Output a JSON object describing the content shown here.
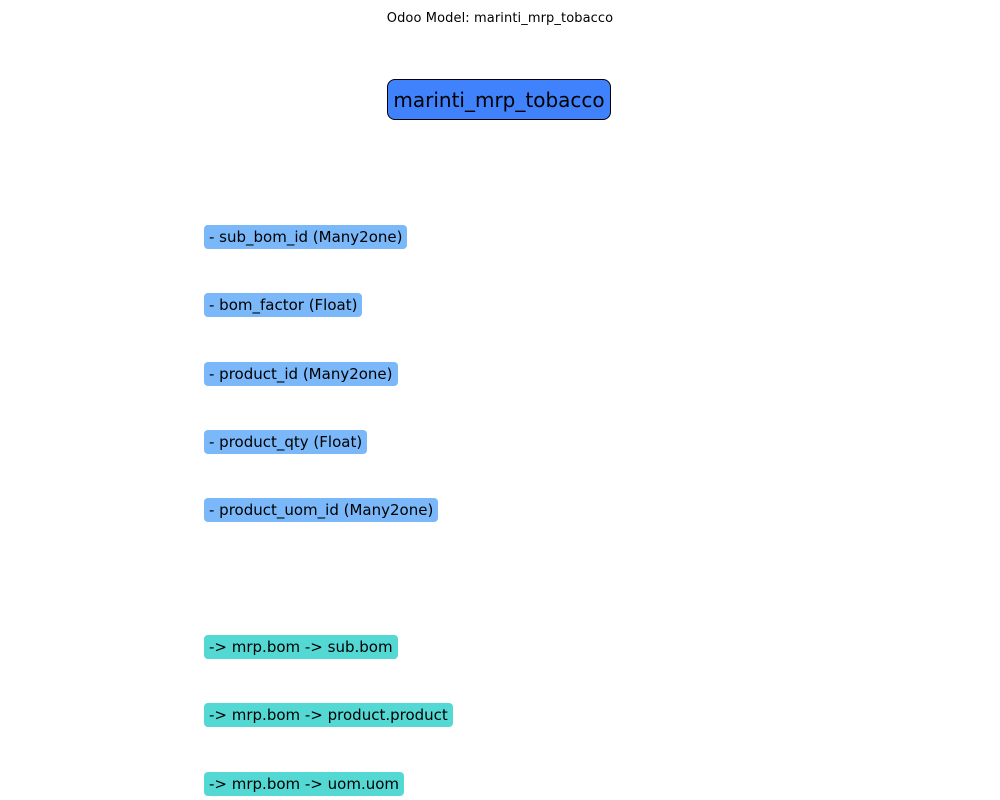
{
  "diagram": {
    "title": "Odoo Model: marinti_mrp_tobacco",
    "model": {
      "name": "marinti_mrp_tobacco",
      "color": "#3f82fb"
    },
    "field_color": "#7ab8f9",
    "relation_color": "#53d8d3",
    "fields": [
      {
        "label": "- sub_bom_id (Many2one)"
      },
      {
        "label": "- bom_factor (Float)"
      },
      {
        "label": "- product_id (Many2one)"
      },
      {
        "label": "- product_qty (Float)"
      },
      {
        "label": "- product_uom_id (Many2one)"
      }
    ],
    "relations": [
      {
        "label": "-> mrp.bom -> sub.bom"
      },
      {
        "label": "-> mrp.bom -> product.product"
      },
      {
        "label": "-> mrp.bom -> uom.uom"
      }
    ]
  }
}
